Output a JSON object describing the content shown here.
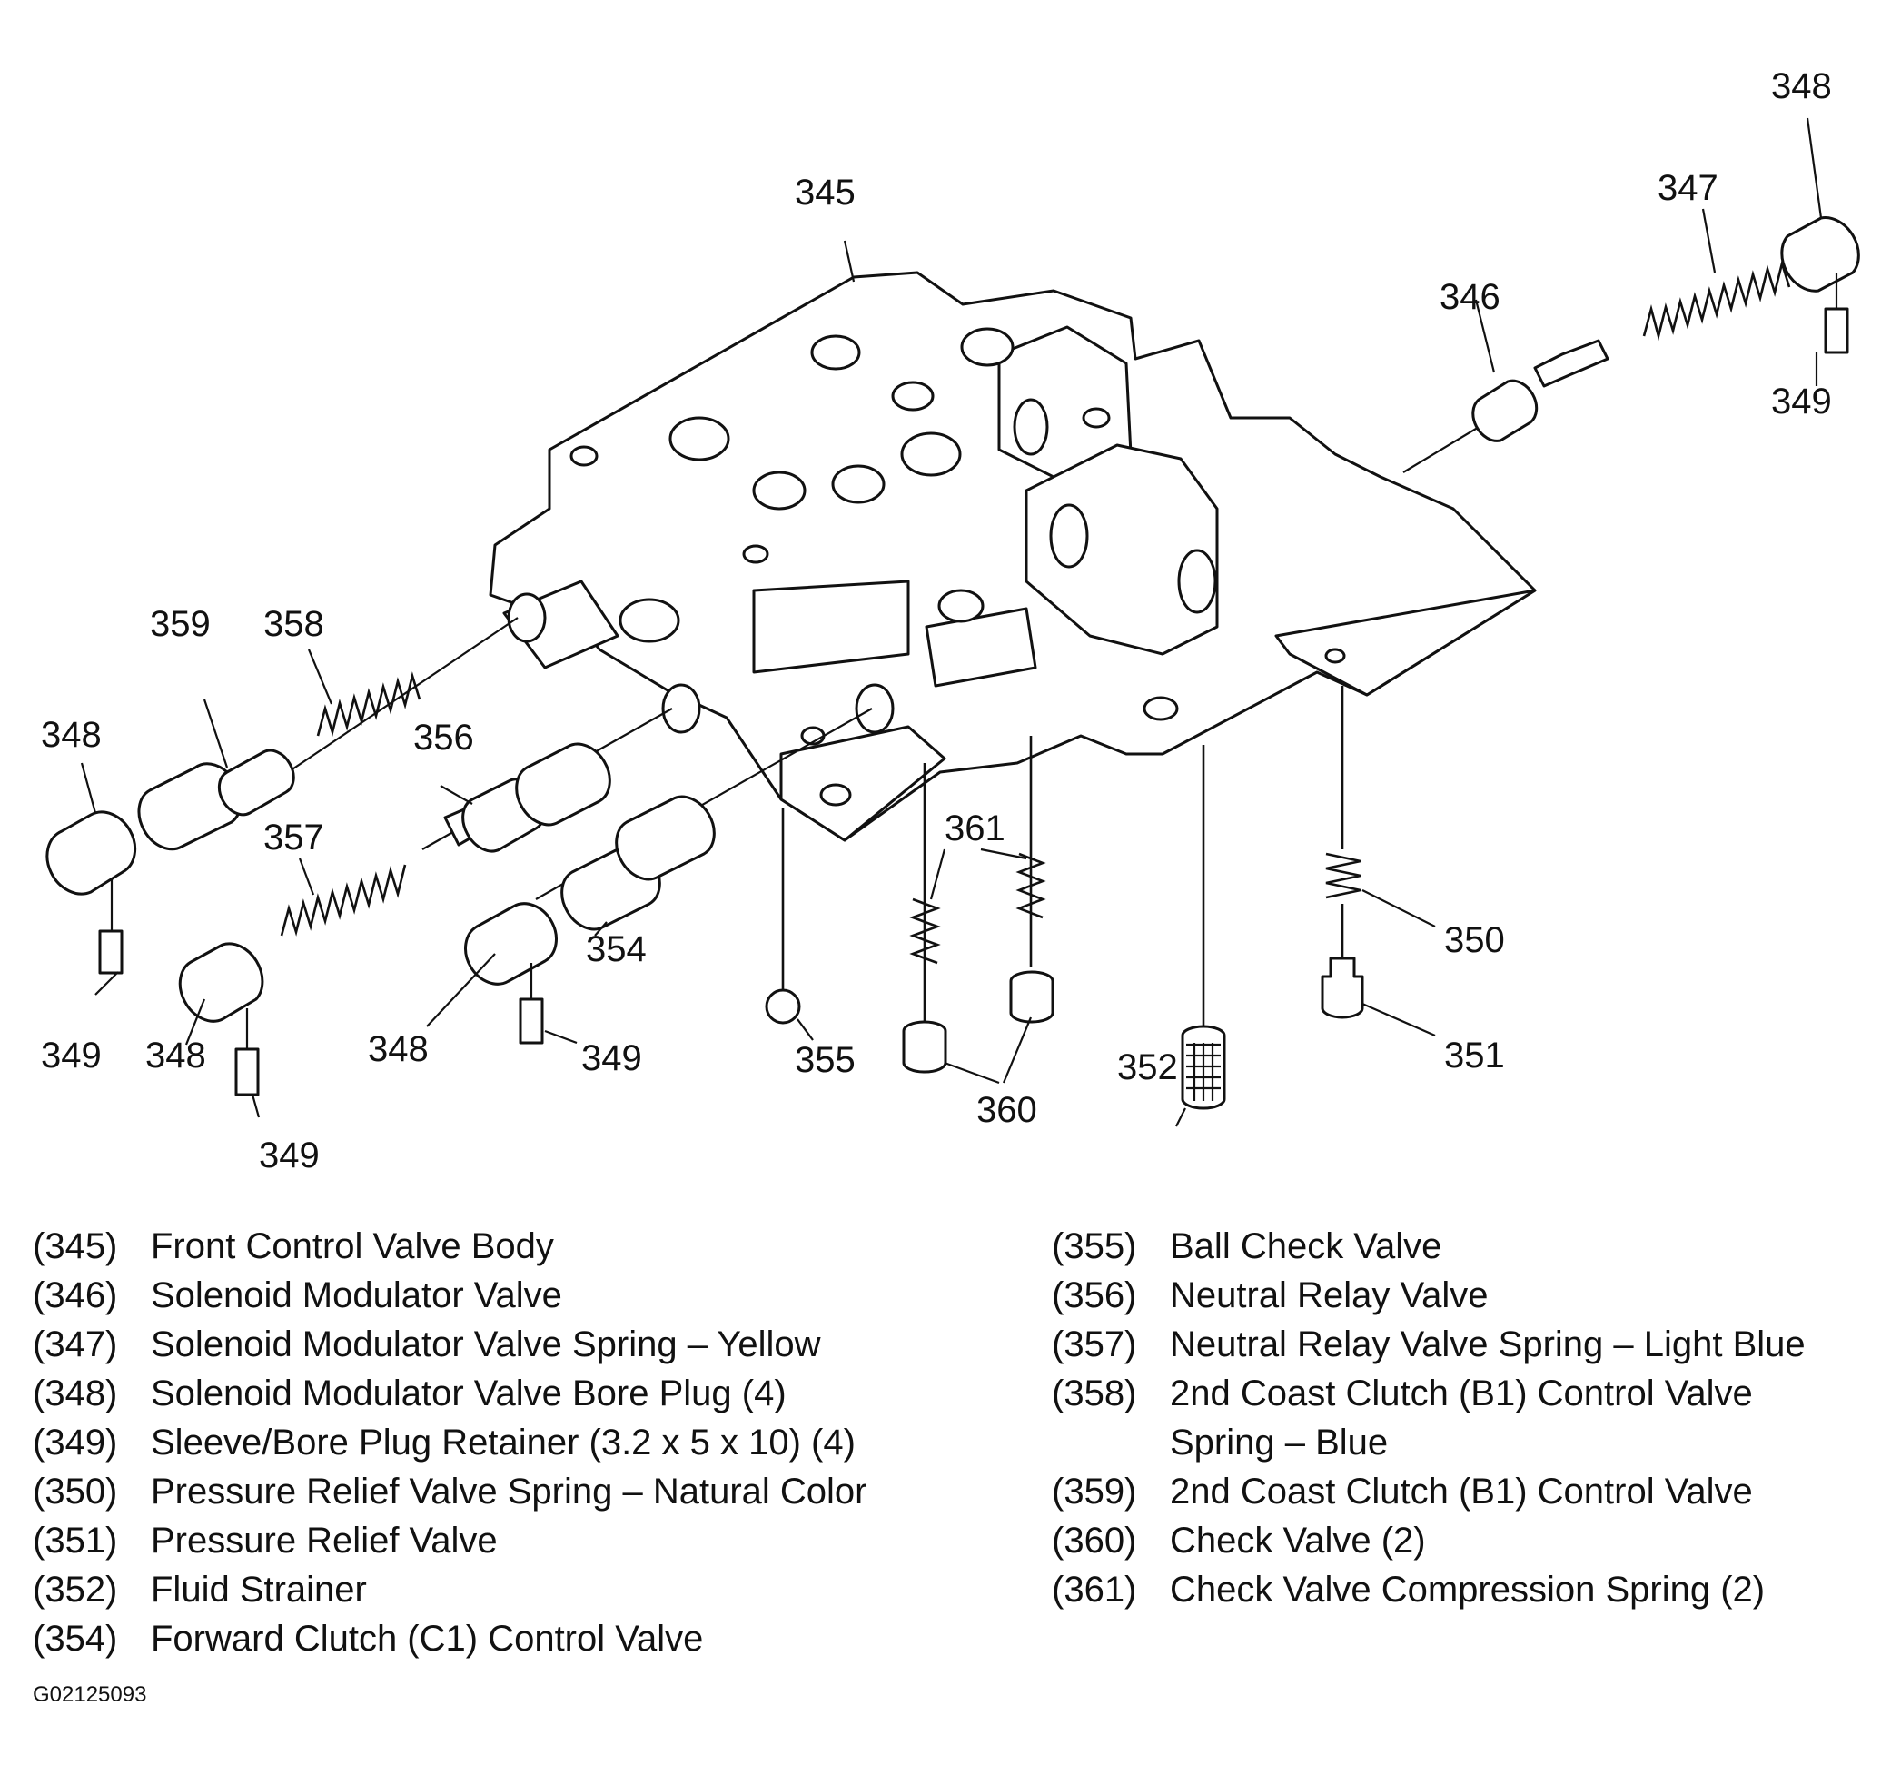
{
  "callouts": {
    "c345": "345",
    "c346": "346",
    "c347": "347",
    "c348_tr": "348",
    "c349_tr": "349",
    "c359": "359",
    "c358": "358",
    "c348_l": "348",
    "c356": "356",
    "c357": "357",
    "c361": "361",
    "c350": "350",
    "c354": "354",
    "c349_l": "349",
    "c348_b": "348",
    "c348_c": "348",
    "c349_c": "349",
    "c355": "355",
    "c352": "352",
    "c351": "351",
    "c360": "360",
    "c349_b": "349"
  },
  "legend_left": [
    {
      "num": "(345)",
      "text": "Front Control Valve Body"
    },
    {
      "num": "(346)",
      "text": "Solenoid Modulator Valve"
    },
    {
      "num": "(347)",
      "text": "Solenoid Modulator Valve Spring – Yellow"
    },
    {
      "num": "(348)",
      "text": "Solenoid Modulator Valve Bore Plug (4)"
    },
    {
      "num": "(349)",
      "text": "Sleeve/Bore Plug Retainer (3.2 x 5 x 10) (4)"
    },
    {
      "num": "(350)",
      "text": "Pressure Relief Valve Spring – Natural Color"
    },
    {
      "num": "(351)",
      "text": "Pressure Relief Valve"
    },
    {
      "num": "(352)",
      "text": "Fluid Strainer"
    },
    {
      "num": "(354)",
      "text": "Forward Clutch (C1) Control Valve"
    }
  ],
  "legend_right": [
    {
      "num": "(355)",
      "text": "Ball Check Valve"
    },
    {
      "num": "(356)",
      "text": "Neutral Relay Valve"
    },
    {
      "num": "(357)",
      "text": "Neutral Relay Valve Spring – Light Blue"
    },
    {
      "num": "(358)",
      "text": "2nd Coast Clutch (B1) Control Valve",
      "text2": "Spring – Blue"
    },
    {
      "num": "(359)",
      "text": "2nd Coast Clutch (B1) Control Valve"
    },
    {
      "num": "(360)",
      "text": "Check Valve (2)"
    },
    {
      "num": "(361)",
      "text": "Check Valve Compression Spring (2)"
    }
  ],
  "figure_id": "G02125093"
}
